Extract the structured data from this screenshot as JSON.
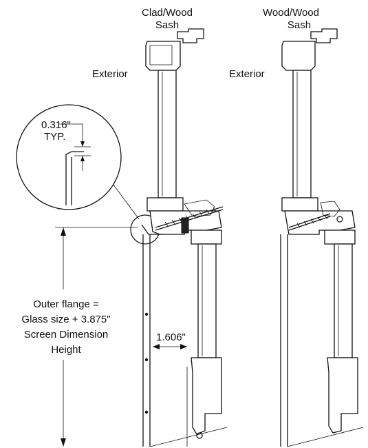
{
  "labels": {
    "clad_sash_line1": "Clad/Wood",
    "clad_sash_line2": "Sash",
    "wood_sash_line1": "Wood/Wood",
    "wood_sash_line2": "Sash",
    "exterior_left": "Exterior",
    "exterior_right": "Exterior",
    "detail_dim_value": "0.316\"",
    "detail_dim_note": "TYP.",
    "flange_line1": "Outer flange =",
    "flange_line2": "Glass size + 3.875\"",
    "flange_line3": "Screen Dimension",
    "flange_line4": "Height",
    "gap_dim": "1.606\""
  }
}
